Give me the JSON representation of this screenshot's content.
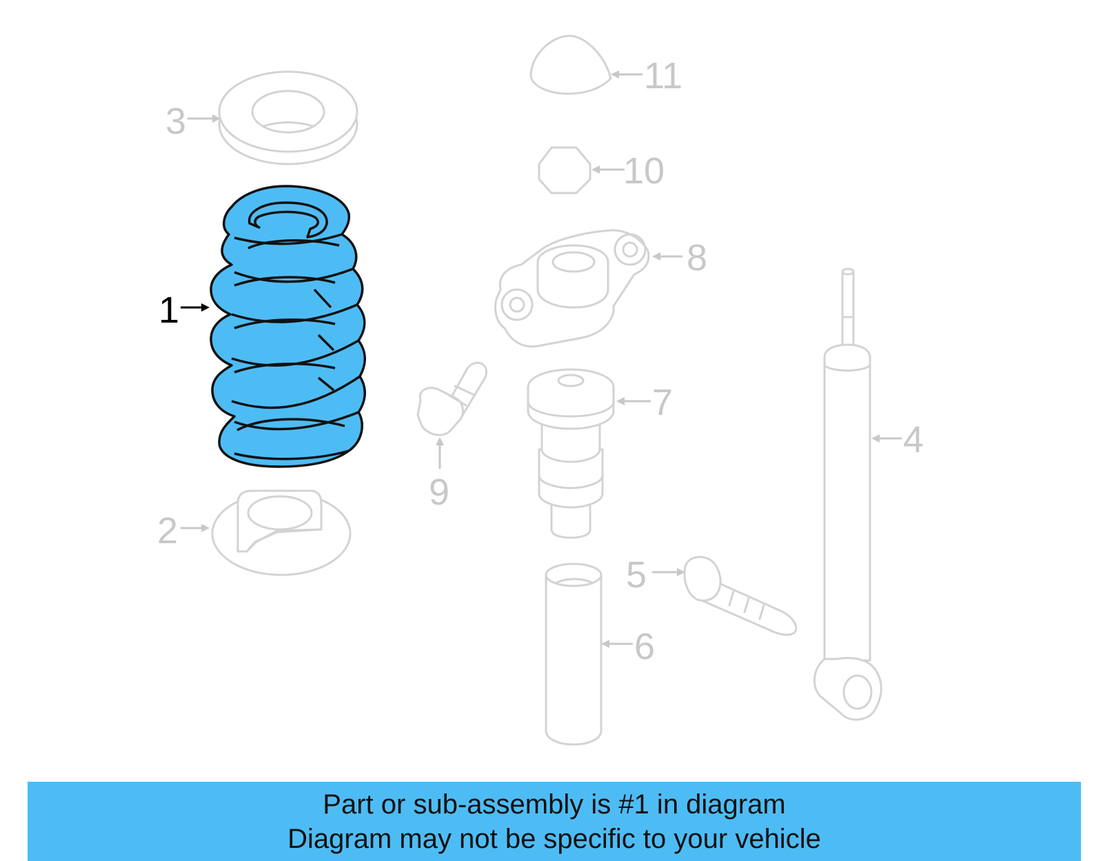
{
  "colors": {
    "highlight": "#4ebcf4",
    "ghost": "#d3d3d3",
    "banner": "#4ebcf4",
    "text": "#111111"
  },
  "callouts": [
    {
      "id": "1",
      "label": "1",
      "part": "coil-spring",
      "highlighted": true
    },
    {
      "id": "2",
      "label": "2",
      "part": "lower-spring-seat",
      "highlighted": false
    },
    {
      "id": "3",
      "label": "3",
      "part": "upper-spring-seat",
      "highlighted": false
    },
    {
      "id": "4",
      "label": "4",
      "part": "shock-absorber",
      "highlighted": false
    },
    {
      "id": "5",
      "label": "5",
      "part": "lower-mount-bolt",
      "highlighted": false
    },
    {
      "id": "6",
      "label": "6",
      "part": "dust-boot",
      "highlighted": false
    },
    {
      "id": "7",
      "label": "7",
      "part": "bump-stop",
      "highlighted": false
    },
    {
      "id": "8",
      "label": "8",
      "part": "upper-mount",
      "highlighted": false
    },
    {
      "id": "9",
      "label": "9",
      "part": "mount-bolt",
      "highlighted": false
    },
    {
      "id": "10",
      "label": "10",
      "part": "nut",
      "highlighted": false
    },
    {
      "id": "11",
      "label": "11",
      "part": "cap",
      "highlighted": false
    }
  ],
  "footer": {
    "line1": "Part or sub-assembly is #1 in diagram",
    "line2": "Diagram may not be specific to your vehicle"
  }
}
